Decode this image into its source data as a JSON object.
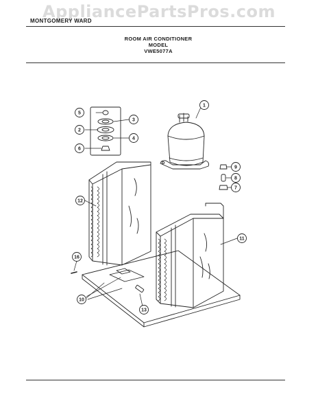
{
  "watermark": "AppliancePartsPros.com",
  "header": {
    "left_label": "MONTGOMERY WARD"
  },
  "title": {
    "line1": "ROOM AIR CONDITIONER",
    "line2": "MODEL",
    "line3": "VWE5077A"
  },
  "callouts": [
    "1",
    "2",
    "3",
    "4",
    "5",
    "6",
    "7",
    "8",
    "9",
    "10",
    "11",
    "12",
    "13",
    "16"
  ]
}
